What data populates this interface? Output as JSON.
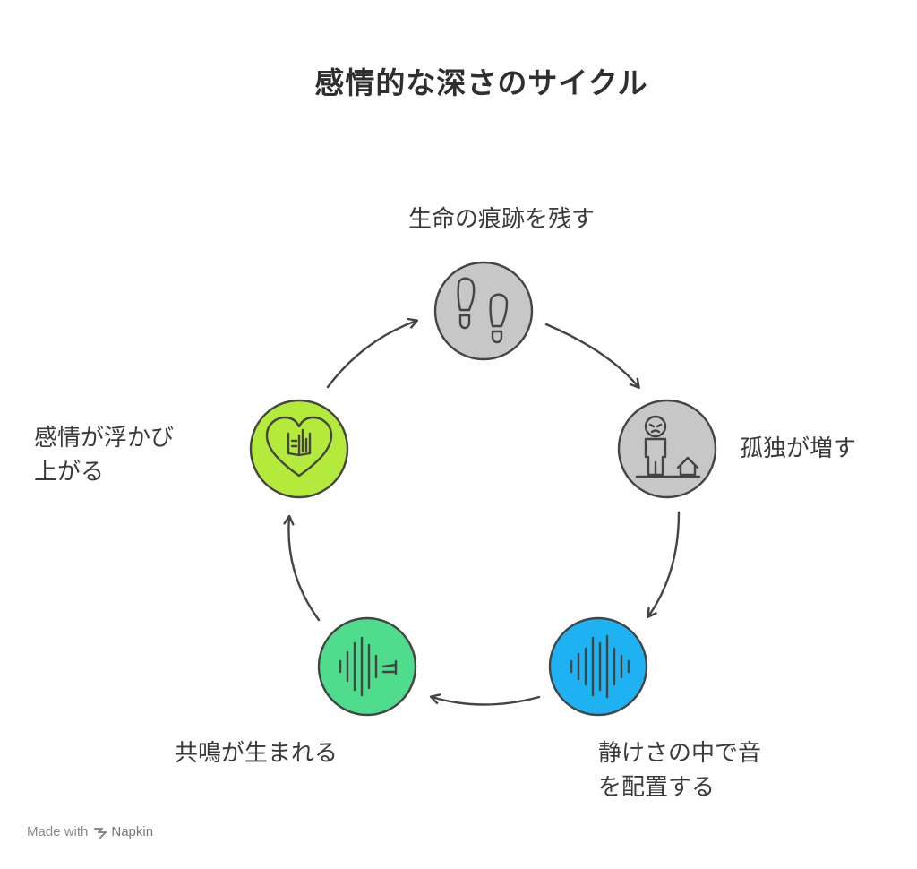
{
  "title": "感情的な深さのサイクル",
  "nodes": [
    {
      "label": "生命の痕跡を残す",
      "icon": "footprints-icon",
      "color": "#c7c7c7"
    },
    {
      "label": "孤独が増す",
      "icon": "lonely-person-house-icon",
      "color": "#c7c7c7"
    },
    {
      "label_lines": [
        "静けさの中で音",
        "を配置する"
      ],
      "icon": "sound-wave-icon",
      "color": "#1fb2f2"
    },
    {
      "label": "共鳴が生まれる",
      "icon": "sound-wave-chart-icon",
      "color": "#4fdc8d"
    },
    {
      "label_lines": [
        "感情が浮かび",
        "上がる"
      ],
      "icon": "heart-book-icon",
      "color": "#b4ea3c"
    }
  ],
  "footer": {
    "made_with": "Made with",
    "brand": "Napkin"
  }
}
